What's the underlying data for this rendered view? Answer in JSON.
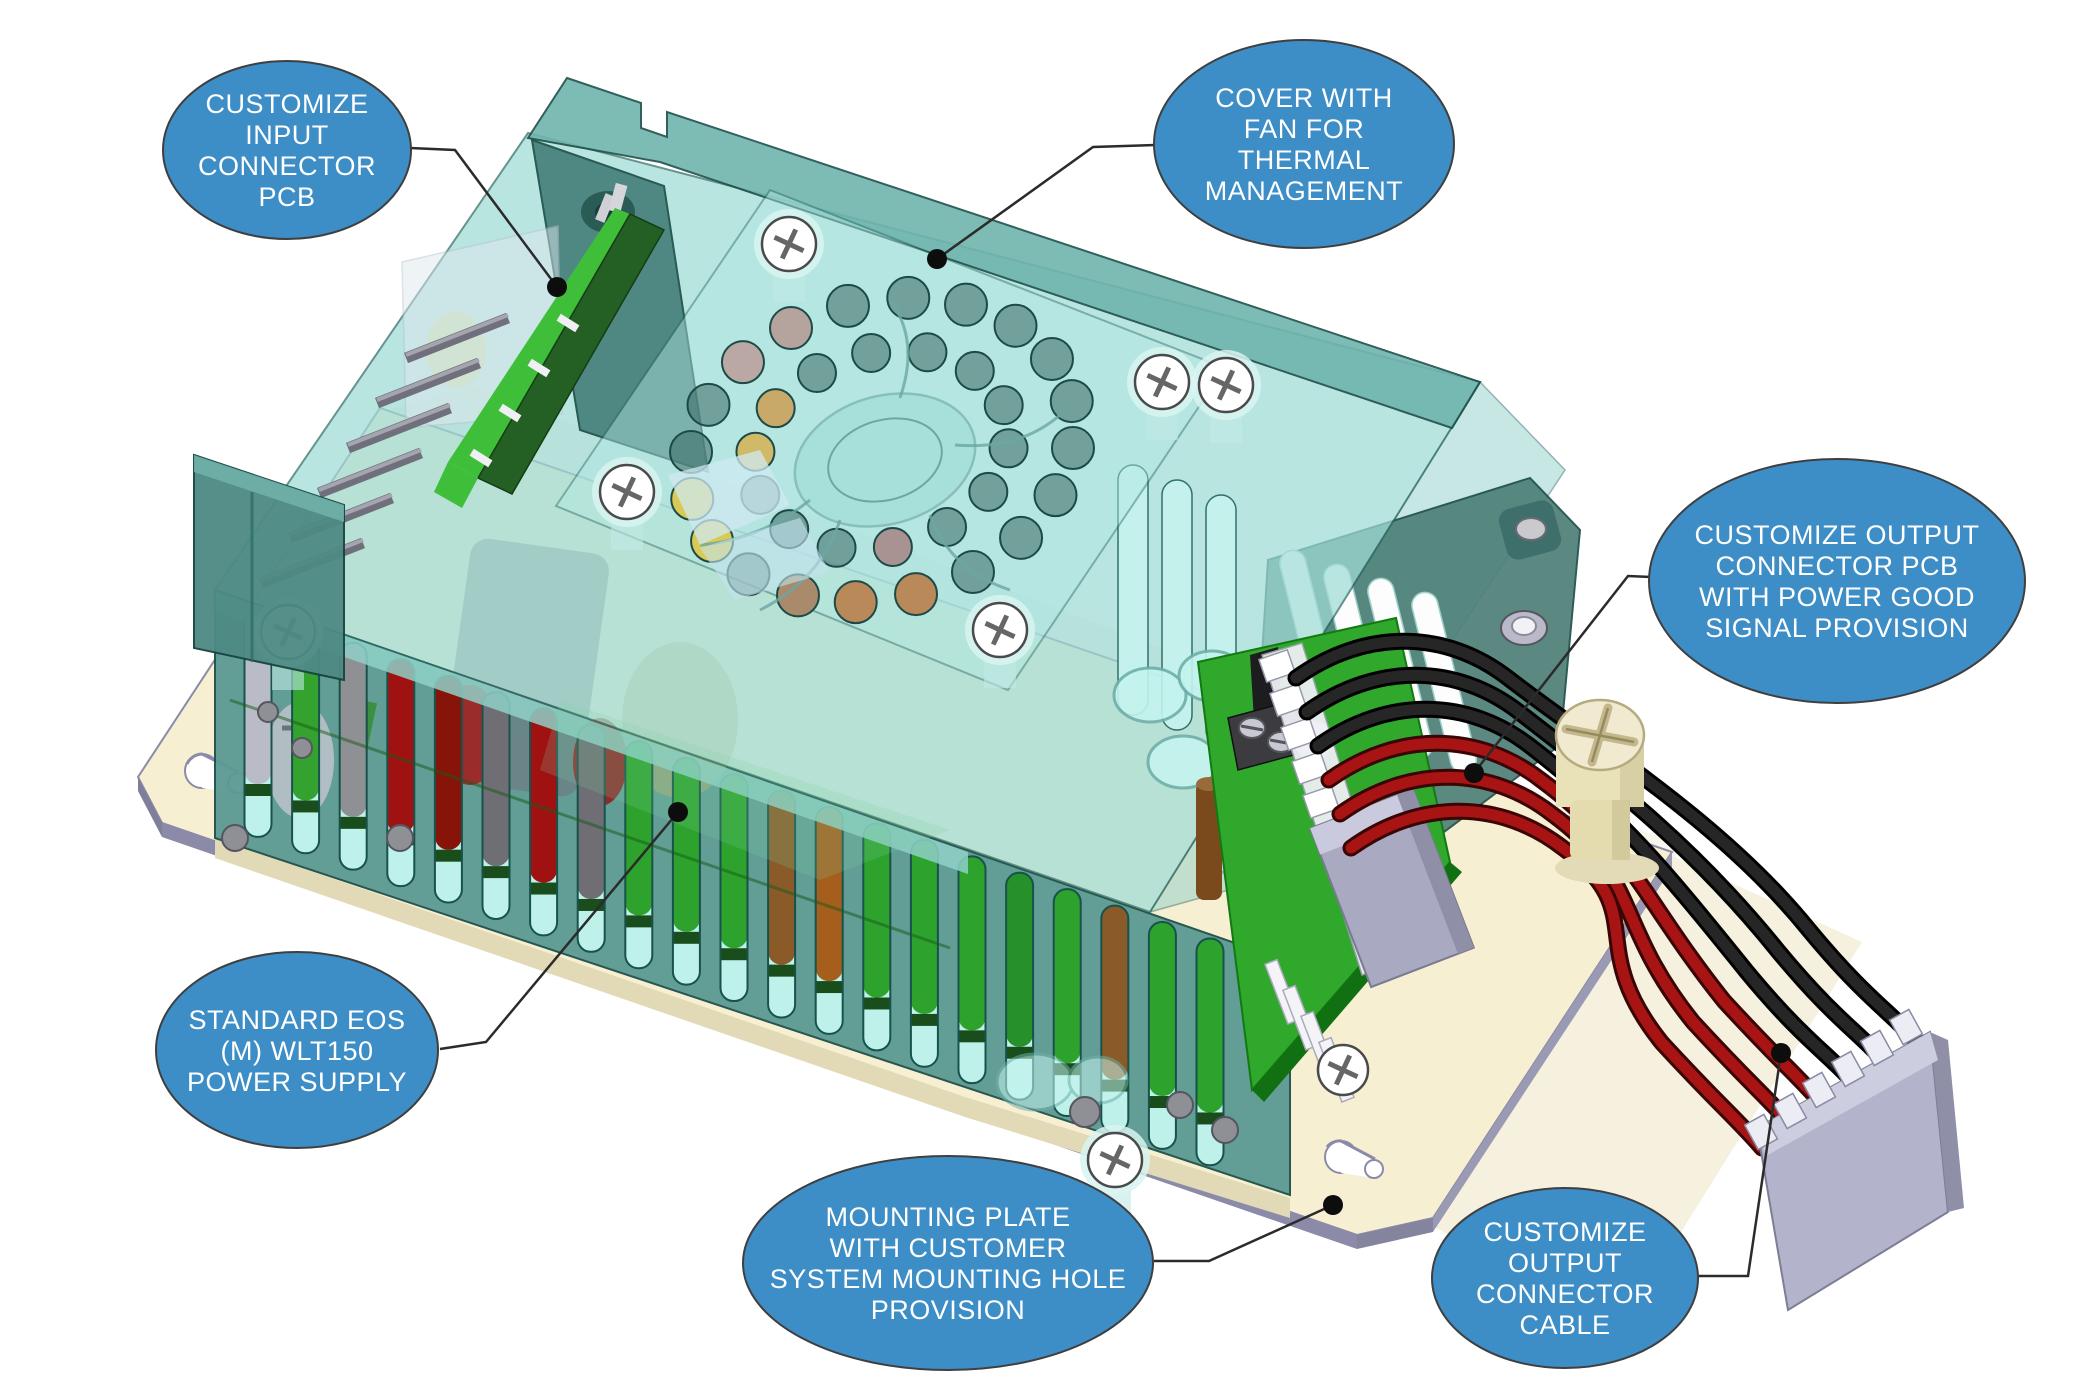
{
  "diagram": {
    "type": "annotated-3d-assembly-illustration",
    "subject": "Customized EOS (M) WLT150 power supply on mounting plate",
    "background": "#ffffff",
    "callouts": [
      {
        "id": "input-connector-pcb",
        "label": "CUSTOMIZE INPUT CONNECTOR PCB",
        "lines": [
          "CUSTOMIZE",
          "INPUT",
          "CONNECTOR",
          "PCB"
        ]
      },
      {
        "id": "cover-fan",
        "label": "COVER WITH FAN FOR THERMAL MANAGEMENT",
        "lines": [
          "COVER WITH",
          "FAN FOR",
          "THERMAL",
          "MANAGEMENT"
        ]
      },
      {
        "id": "output-connector-pcb",
        "label": "CUSTOMIZE OUTPUT CONNECTOR PCB WITH POWER GOOD SIGNAL PROVISION",
        "lines": [
          "CUSTOMIZE OUTPUT",
          "CONNECTOR PCB",
          "WITH POWER GOOD",
          "SIGNAL PROVISION"
        ]
      },
      {
        "id": "power-supply",
        "label": "STANDARD EOS (M) WLT150 POWER SUPPLY",
        "lines": [
          "STANDARD EOS",
          "(M) WLT150",
          "POWER SUPPLY"
        ]
      },
      {
        "id": "mounting-plate",
        "label": "MOUNTING PLATE WITH CUSTOMER SYSTEM MOUNTING HOLE PROVISION",
        "lines": [
          "MOUNTING PLATE",
          "WITH CUSTOMER",
          "SYSTEM MOUNTING HOLE",
          "PROVISION"
        ]
      },
      {
        "id": "output-cable",
        "label": "CUSTOMIZE OUTPUT CONNECTOR CABLE",
        "lines": [
          "CUSTOMIZE",
          "OUTPUT",
          "CONNECTOR",
          "CABLE"
        ]
      }
    ],
    "colors": {
      "callout_fill": "#3d8dc6",
      "callout_text": "#ffffff",
      "plate_cream": "#f6efd2",
      "plate_side_slate": "#8b8ba9",
      "cover_teal_light": "#9fdcd6",
      "chassis_teal": "#5b9a93",
      "pcb_bright_green": "#2fa82c",
      "pcb_dark_green": "#245f24",
      "wire_black": "#1b1b1b",
      "wire_red": "#a81414",
      "connector_lavender": "#b3b3cc",
      "standoff_cream": "#ece4bc"
    },
    "parts": [
      "mounting plate",
      "keyhole mounting slots",
      "power supply chassis with vents",
      "translucent cover with fan",
      "fan grill holes",
      "input connector PCB with pins",
      "output connector PCB with terminal block",
      "output wires (3 black, 3 red)",
      "output cable connector",
      "cream standoff screw",
      "phillips screws"
    ],
    "vent_component_colors": [
      "#b9bcc6",
      "#34a22e",
      "#8f9094",
      "#a01212",
      "#871408",
      "#6e6e74",
      "#a01212",
      "#6e6e74",
      "#2da32d",
      "#2da32d",
      "#2da32d",
      "#8a5a28",
      "#a65e1c",
      "#2da32d",
      "#2da32d",
      "#2da32d",
      "#26902a",
      "#2da32d",
      "#8a5a28",
      "#2da32d",
      "#2da32d"
    ]
  }
}
